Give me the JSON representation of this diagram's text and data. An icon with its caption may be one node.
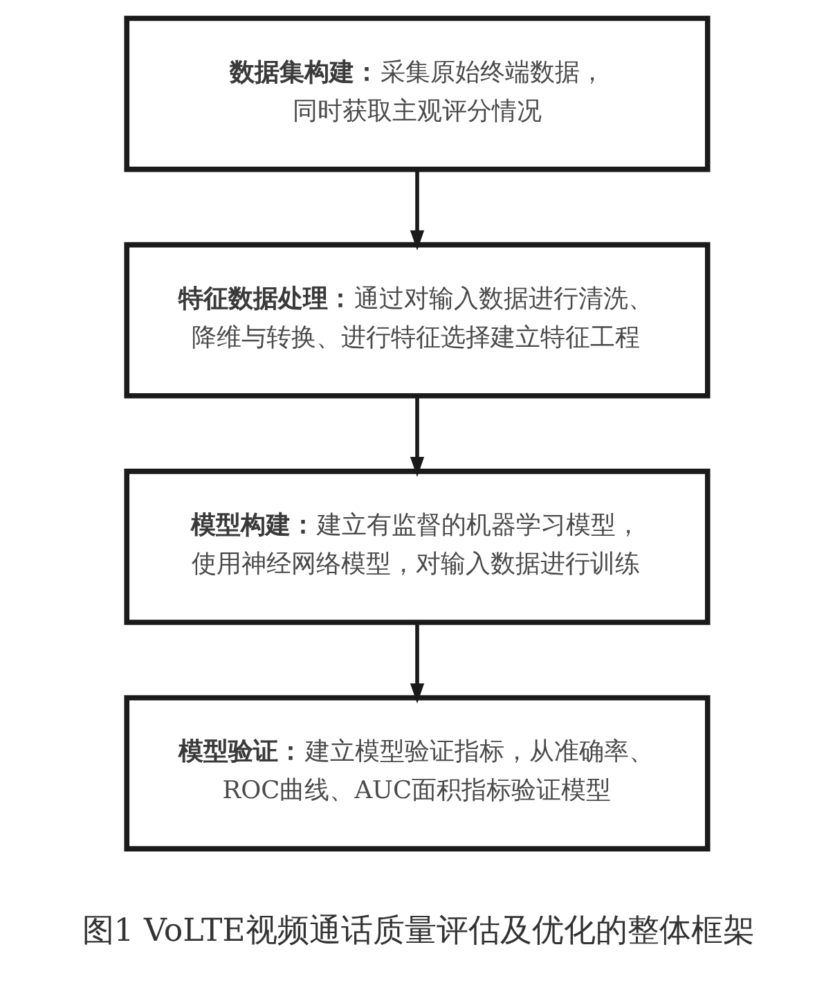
{
  "diagram": {
    "caption": "图1 VoLTE视频通话质量评估及优化的整体框架",
    "nodes": [
      {
        "text": [
          "**数据集构建：**采集原始终端数据，同时获取主观评分情况"
        ]
      },
      {
        "text": [
          "**特征数据处理：**通过对输入数据进行清洗、降维与转换、进行特征选择建立特征工程"
        ]
      },
      {
        "text": [
          "**模型构建：**建立有监督的机器学习模型，使用神经网络模型，对输入数据进行训练"
        ]
      },
      {
        "text": [
          "**模型验证：**建立模型验证指标，从准确率、ROC曲线、AUC面积指标验证模型"
        ]
      }
    ],
    "edges": [
      {
        "from": 0,
        "to": 1,
        "arrow": "to"
      },
      {
        "from": 1,
        "to": 2,
        "arrow": "to"
      },
      {
        "from": 2,
        "to": 3,
        "arrow": "to"
      }
    ]
  }
}
